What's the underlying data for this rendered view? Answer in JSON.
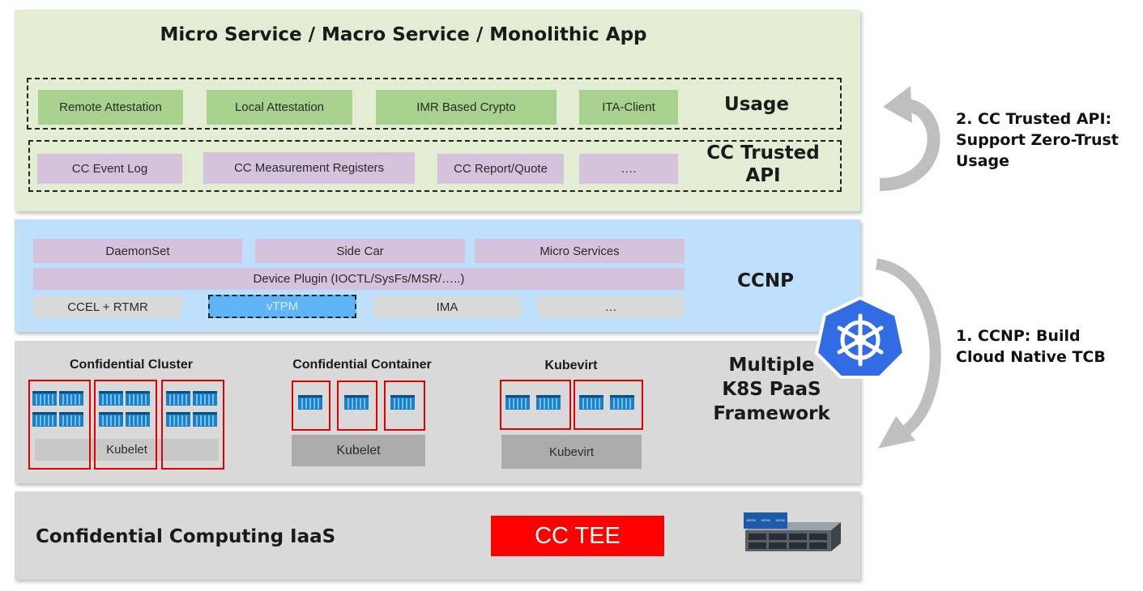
{
  "app_layer": {
    "title": "Micro Service / Macro Service / Monolithic App",
    "usage_label": "Usage",
    "usage_items": [
      "Remote Attestation",
      "Local Attestation",
      "IMR Based Crypto",
      "ITA-Client"
    ],
    "api_label": "CC Trusted API",
    "api_items": [
      "CC Event Log",
      "CC Measurement Registers",
      "CC Report/Quote",
      "…."
    ]
  },
  "ccnp_layer": {
    "label": "CCNP",
    "row1": [
      "DaemonSet",
      "Side Car",
      "Micro Services"
    ],
    "device_plugin": "Device Plugin (IOCTL/SysFs/MSR/…..)",
    "row3": [
      "CCEL + RTMR",
      "vTPM",
      "IMA",
      "…"
    ]
  },
  "k8s_layer": {
    "label": "Multiple K8S PaaS Framework",
    "cluster_title": "Confidential Cluster",
    "cluster_base": "Kubelet",
    "container_title": "Confidential Container",
    "container_base": "Kubelet",
    "kubevirt_title": "Kubevirt",
    "kubevirt_base": "Kubevirt"
  },
  "iaas_layer": {
    "label": "Confidential Computing IaaS",
    "tee": "CC TEE",
    "server_tags": [
      "XEON",
      "XEON",
      "XEON"
    ]
  },
  "side_notes": {
    "note2": [
      "2. CC Trusted API:",
      "Support Zero-Trust",
      "Usage"
    ],
    "note1": [
      "1. CCNP: Build",
      "Cloud Native TCB"
    ]
  },
  "colors": {
    "app_bg": "#e3edd3",
    "ccnp_bg": "#bfe0fb",
    "k8s_bg": "#d9d9d9",
    "green_box": "#a9d18e",
    "purple_box": "#d5c2dc",
    "tee_red": "#ff0000",
    "vtpm_blue": "#5fb4f5",
    "k8s_logo": "#326ce5"
  },
  "icons": [
    "kubernetes-icon",
    "container-icon",
    "server-icon",
    "curved-arrow-icon"
  ]
}
